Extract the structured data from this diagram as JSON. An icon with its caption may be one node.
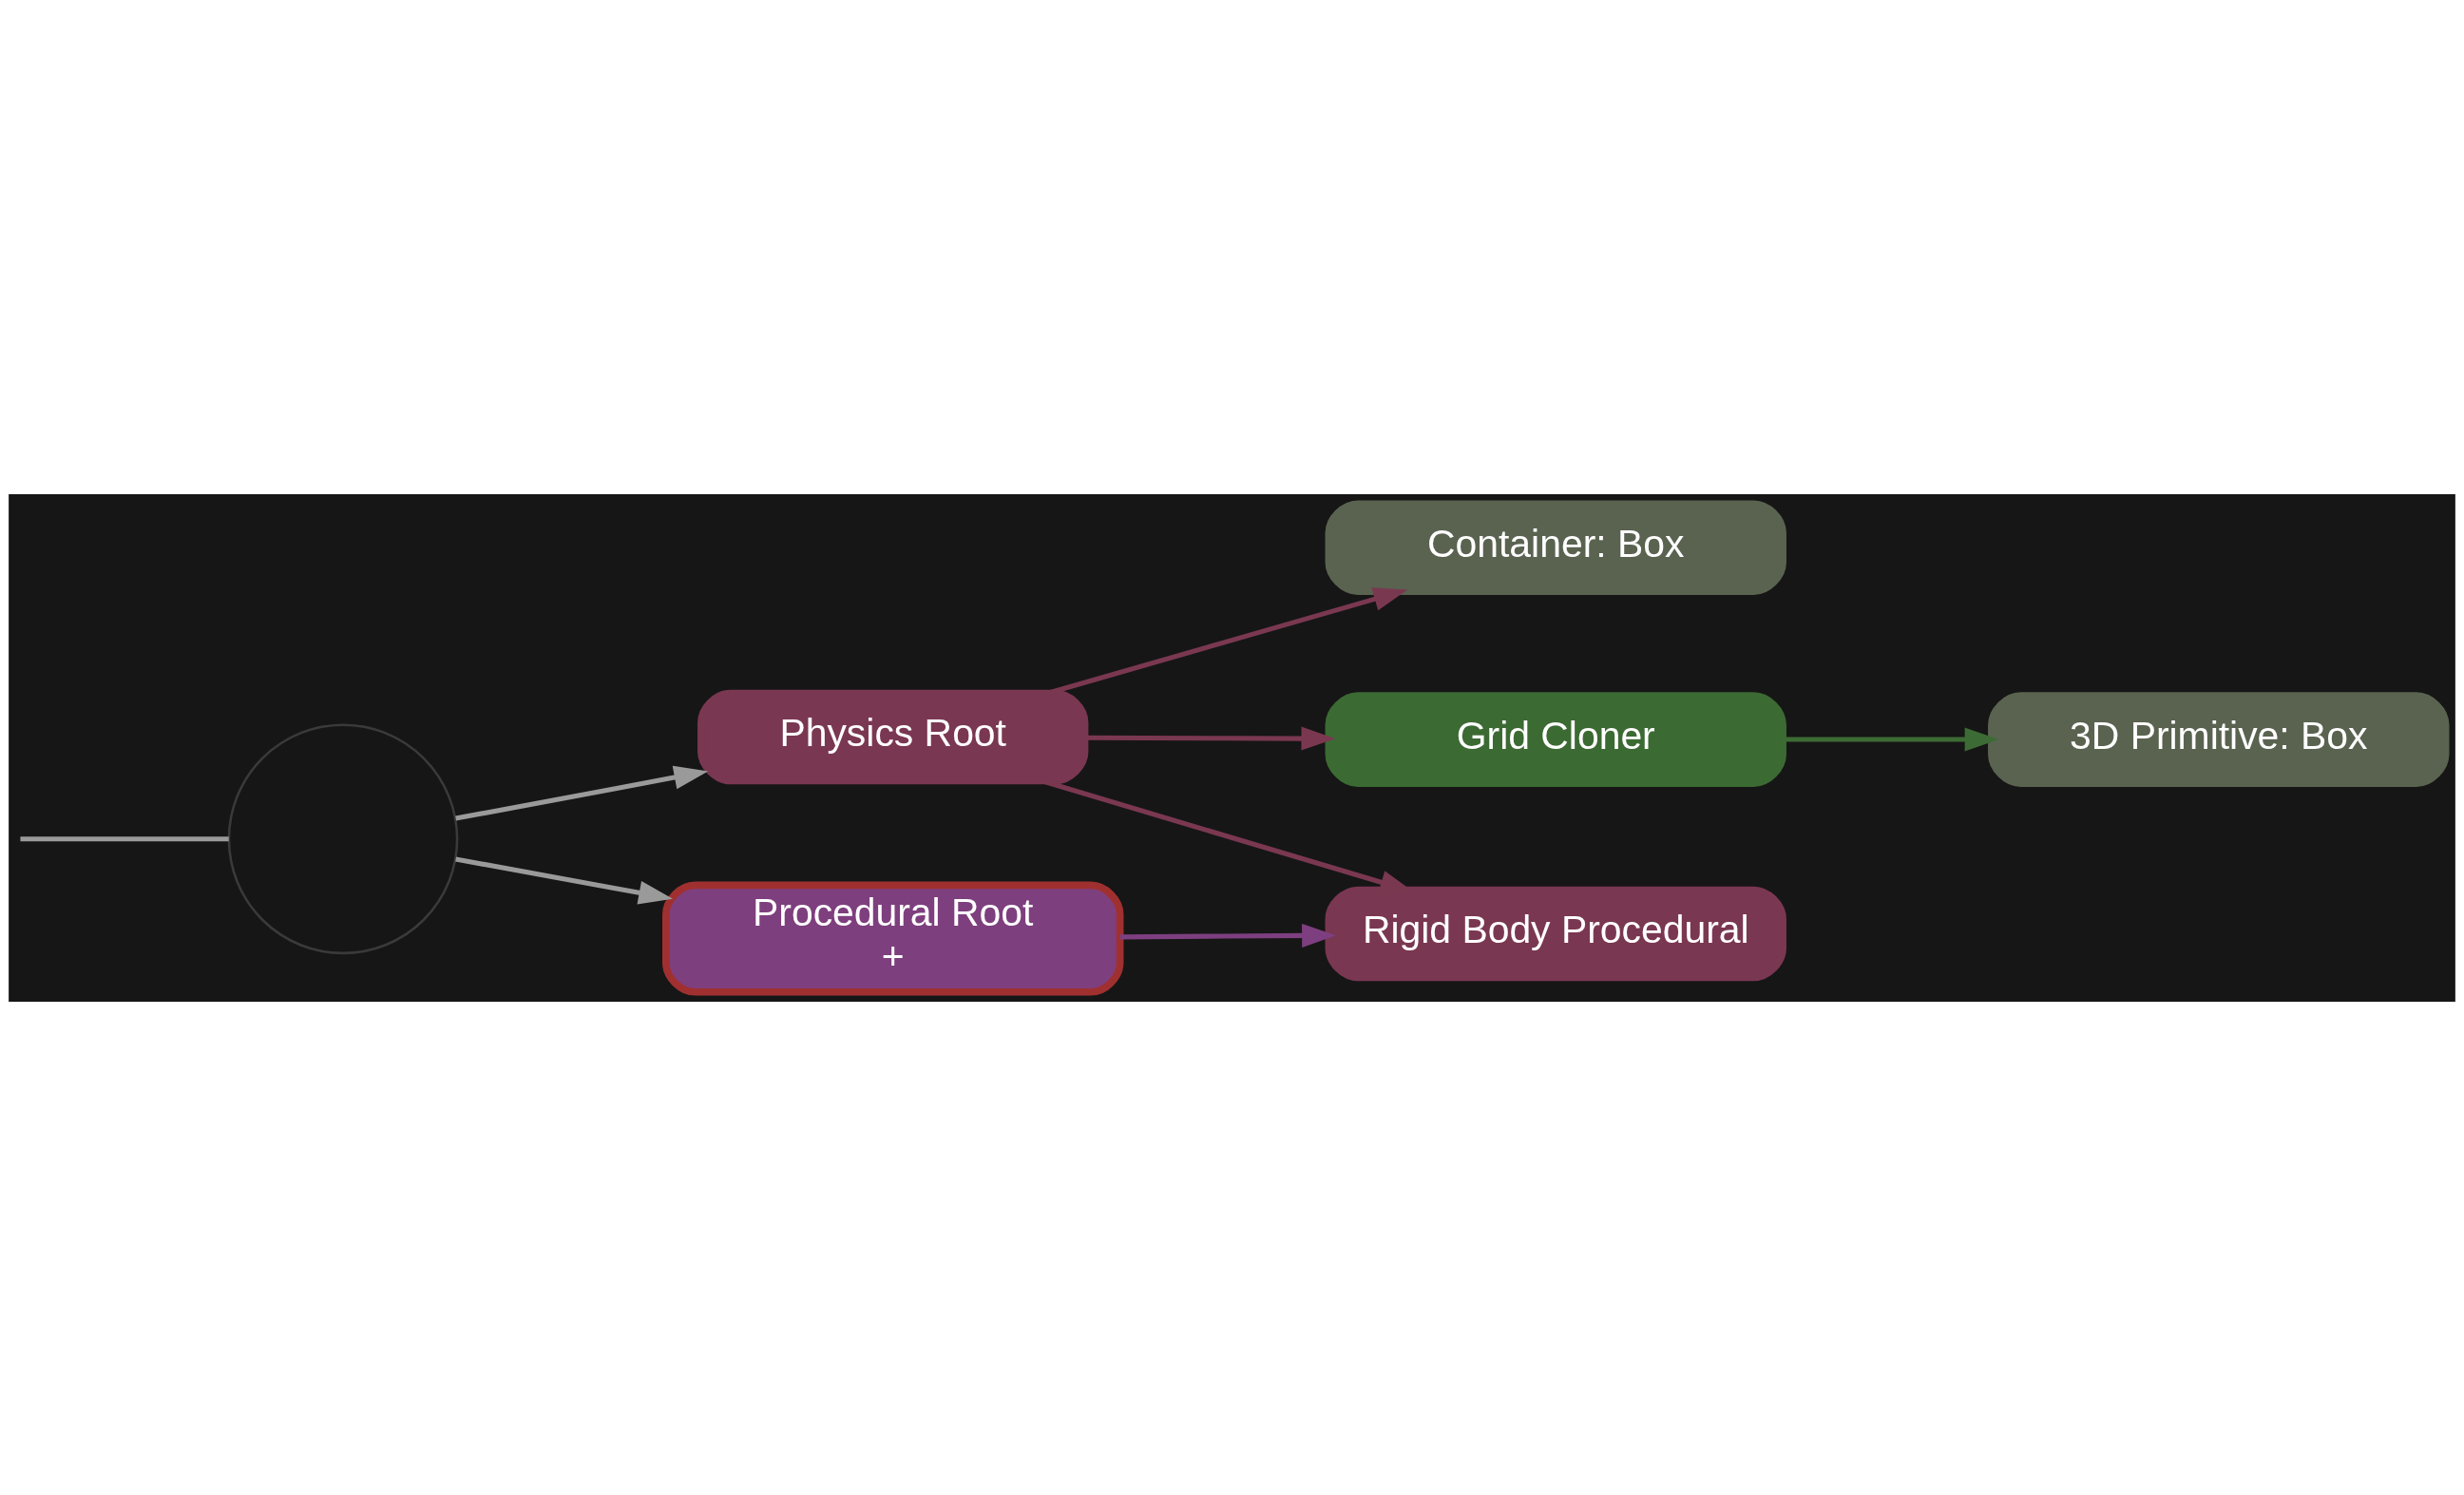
{
  "diagram": {
    "nodes": [
      {
        "text": [],
        "shape": "circle"
      },
      {
        "text": [
          "Physics Root"
        ]
      },
      {
        "text": [
          "Container: Box"
        ]
      },
      {
        "text": [
          "Grid Cloner"
        ]
      },
      {
        "text": [
          "Rigid Body Procedural"
        ]
      },
      {
        "text": [
          "3D Primitive: Box"
        ]
      },
      {
        "text": [
          "Procedural Root",
          "+"
        ]
      }
    ],
    "edges": [
      {
        "from": null,
        "to": 0,
        "arrow": "none",
        "color": "#9a9a9a"
      },
      {
        "from": 0,
        "to": 1,
        "arrow": "to",
        "color": "#9a9a9a"
      },
      {
        "from": 0,
        "to": 6,
        "arrow": "to",
        "color": "#9a9a9a"
      },
      {
        "from": 1,
        "to": 2,
        "arrow": "to",
        "color": "#7a3850"
      },
      {
        "from": 1,
        "to": 3,
        "arrow": "to",
        "color": "#7a3850"
      },
      {
        "from": 1,
        "to": 4,
        "arrow": "to",
        "color": "#7a3850"
      },
      {
        "from": 3,
        "to": 5,
        "arrow": "to",
        "color": "#3d6b35"
      },
      {
        "from": 6,
        "to": 4,
        "arrow": "to",
        "color": "#7d3f80"
      }
    ]
  }
}
